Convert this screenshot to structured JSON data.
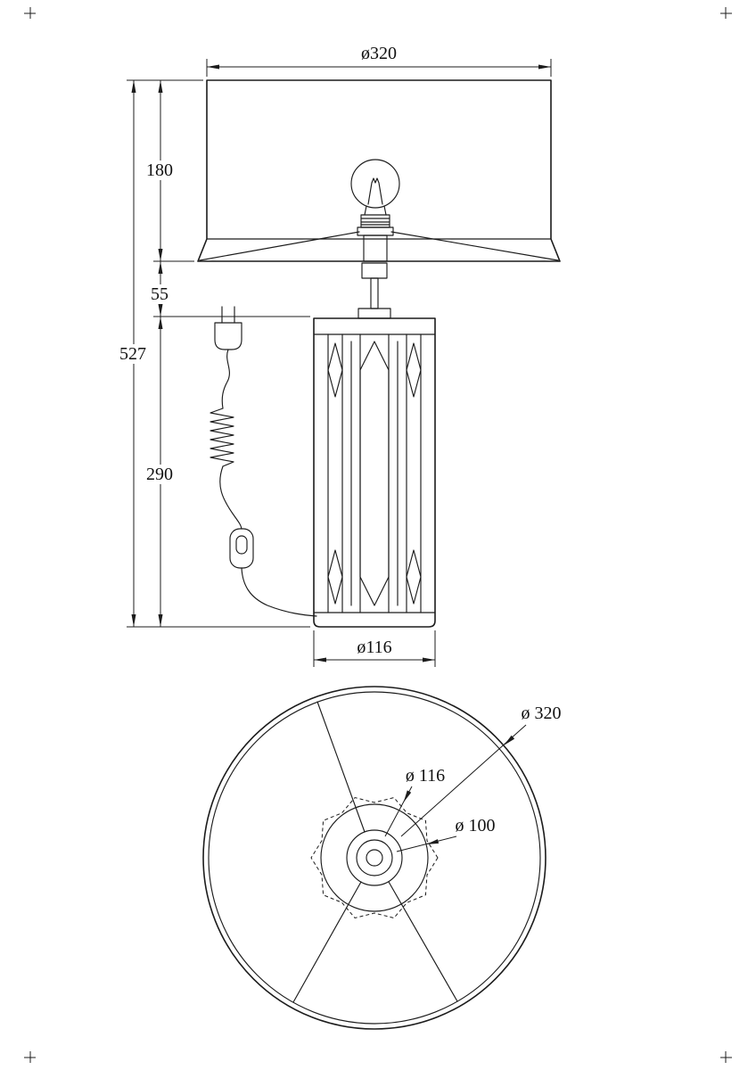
{
  "drawing": {
    "front": {
      "shade_diameter": "ø320",
      "shade_height": "180",
      "neck_height": "55",
      "total_height": "527",
      "body_height": "290",
      "base_diameter": "ø116"
    },
    "plan": {
      "shade_diameter": "ø 320",
      "base_diameter": "ø 116",
      "hub_diameter": "ø 100"
    }
  },
  "colors": {
    "line": "#1c1c1c",
    "background": "#ffffff"
  }
}
